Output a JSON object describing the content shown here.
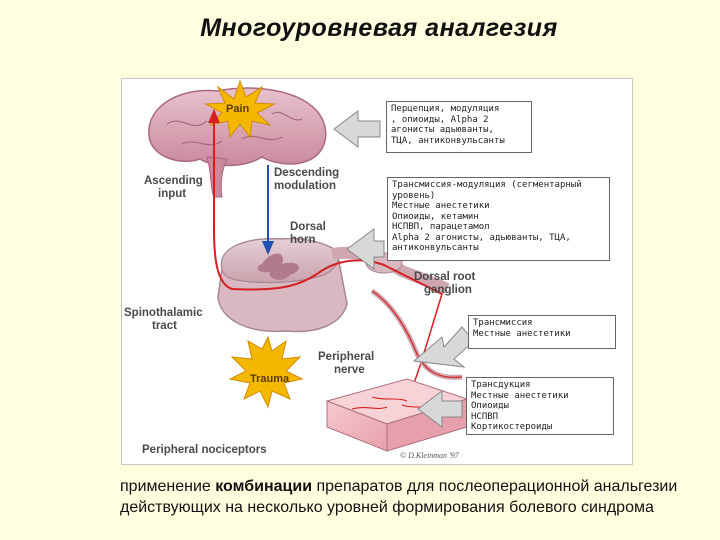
{
  "title": "Многоуровневая аналгезия",
  "figure": {
    "labels": {
      "pain": "Pain",
      "trauma": "Trauma",
      "ascending": [
        "Ascending",
        "input"
      ],
      "descending": [
        "Descending",
        "modulation"
      ],
      "dorsal_horn": [
        "Dorsal",
        "horn"
      ],
      "spinothalamic": [
        "Spinothalamic",
        "tract"
      ],
      "drg": [
        "Dorsal root",
        "ganglion"
      ],
      "peripheral_nerve": [
        "Peripheral",
        "nerve"
      ],
      "nociceptors": "Peripheral nociceptors",
      "credit": "© D.Kleinman '97"
    },
    "boxes": {
      "perception": [
        "Перцепция, модуляция",
        ", опиоиды, Alpha 2",
        "агонисты адьюванты,",
        "ТЦА, антиконвульсанты"
      ],
      "transmission_modulation": [
        "Трансмиссия-модуляция (сегментарный",
        "уровень)",
        "Местные анестетики",
        "Опиоиды, кетамин",
        "НСПВП, парацетамол",
        "Alpha 2 агонисты, адьюванты, ТЦА,",
        "антиконвульсанты"
      ],
      "transmission": [
        "Трансмиссия",
        "Местные анестетики"
      ],
      "transduction": [
        "Трансдукция",
        "Местные анестетики",
        "Опиоиды",
        "НСПВП",
        "Кортикостероиды"
      ]
    }
  },
  "caption": {
    "before": "применение ",
    "bold": "комбинации",
    "after": " препаратов для послеоперационной анальгезии действующих на несколько уровней формирования болевого синдрома"
  },
  "colors": {
    "pain_star": "#f5b800",
    "brain": "#d9a3b3",
    "ascending_arrow": "#d42020",
    "descending_arrow": "#2050b0"
  }
}
